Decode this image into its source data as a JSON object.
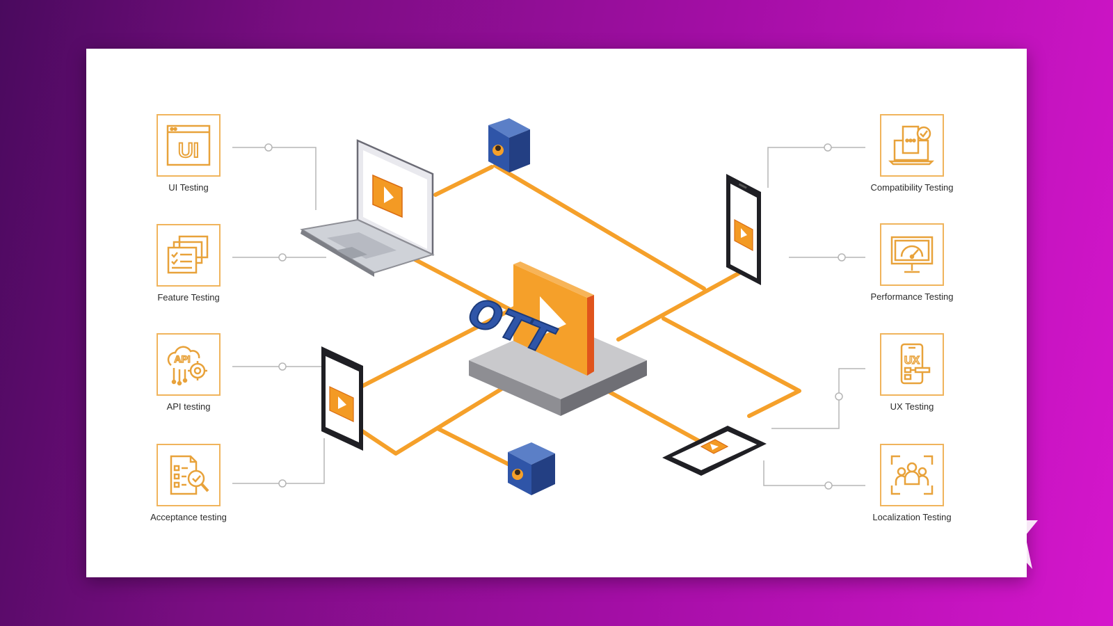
{
  "center": {
    "label": "OTT"
  },
  "left_items": [
    {
      "label": "UI Testing",
      "icon": "ui-icon"
    },
    {
      "label": "Feature Testing",
      "icon": "feature-checklist-icon"
    },
    {
      "label": "API testing",
      "icon": "api-gear-icon"
    },
    {
      "label": "Acceptance testing",
      "icon": "acceptance-document-icon"
    }
  ],
  "right_items": [
    {
      "label": "Compatibility Testing",
      "icon": "compatibility-devices-icon"
    },
    {
      "label": "Performance Testing",
      "icon": "performance-gauge-icon"
    },
    {
      "label": "UX Testing",
      "icon": "ux-phone-icon"
    },
    {
      "label": "Localization Testing",
      "icon": "localization-people-icon"
    }
  ],
  "icon_text": {
    "ui": "UI",
    "api": "API",
    "ux": "UX"
  },
  "colors": {
    "accent_orange": "#f5a02a",
    "icon_outline": "#e8a23a",
    "cube_blue": "#2f55a8",
    "background_purple": "#8a0f8e",
    "background_magenta": "#d516cc"
  }
}
